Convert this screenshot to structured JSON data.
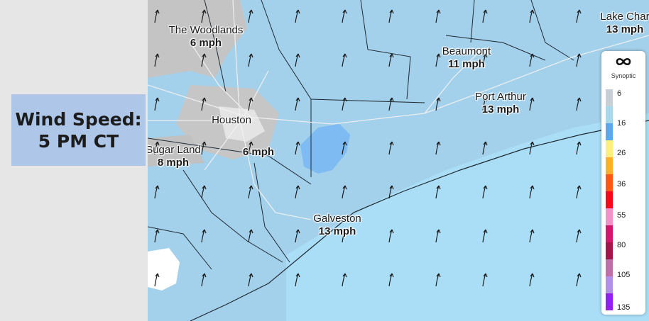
{
  "title": {
    "line1": "Wind Speed:",
    "line2": "5 PM CT"
  },
  "cities": [
    {
      "id": "the-woodlands",
      "name": "The Woodlands",
      "speed": "6 mph"
    },
    {
      "id": "beaumont",
      "name": "Beaumont",
      "speed": "11 mph"
    },
    {
      "id": "lake-charles",
      "name": "Lake Char",
      "speed": "13 mph"
    },
    {
      "id": "port-arthur",
      "name": "Port Arthur",
      "speed": "13 mph"
    },
    {
      "id": "houston",
      "name": "Houston",
      "speed": "6 mph"
    },
    {
      "id": "sugar-land",
      "name": "Sugar Land",
      "speed": "8 mph"
    },
    {
      "id": "galveston",
      "name": "Galveston",
      "speed": "13 mph"
    }
  ],
  "legend": {
    "brand": "Synoptic",
    "brand_icon": "infinity-icon",
    "ticks": [
      "6",
      "16",
      "26",
      "36",
      "55",
      "80",
      "105",
      "135"
    ],
    "colors": [
      "#c9cfd6",
      "#a8d8ec",
      "#5aa9f0",
      "#fff07a",
      "#ffb028",
      "#ff5a10",
      "#f40a1a",
      "#f590c8",
      "#d0186c",
      "#a8144a",
      "#c070a8",
      "#b090e8",
      "#9320ee"
    ]
  },
  "colors": {
    "water": "#a9def6",
    "land": "#a3d0ea",
    "urban": "#c6c6c6",
    "gulf_blue": "#6db3f0",
    "title_bg": "#aec6e8"
  }
}
